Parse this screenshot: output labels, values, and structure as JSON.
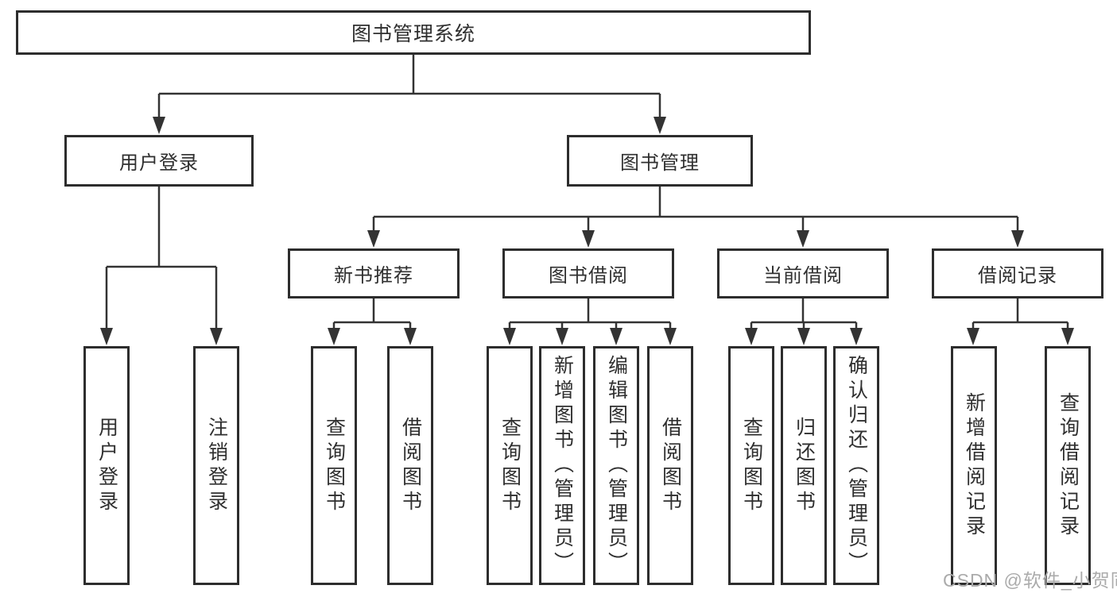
{
  "diagram": {
    "root": {
      "label": "图书管理系统"
    },
    "branches": [
      {
        "label": "用户登录",
        "children": [
          {
            "label": "用户登录"
          },
          {
            "label": "注销登录"
          }
        ]
      },
      {
        "label": "图书管理",
        "groups": [
          {
            "label": "新书推荐",
            "children": [
              {
                "label": "查询图书"
              },
              {
                "label": "借阅图书"
              }
            ]
          },
          {
            "label": "图书借阅",
            "children": [
              {
                "label": "查询图书"
              },
              {
                "label": "新增图书（管理员）"
              },
              {
                "label": "编辑图书（管理员）"
              },
              {
                "label": "借阅图书"
              }
            ]
          },
          {
            "label": "当前借阅",
            "children": [
              {
                "label": "查询图书"
              },
              {
                "label": "归还图书"
              },
              {
                "label": "确认归还（管理员）"
              }
            ]
          },
          {
            "label": "借阅记录",
            "children": [
              {
                "label": "新增借阅记录"
              },
              {
                "label": "查询借阅记录"
              }
            ]
          }
        ]
      }
    ]
  },
  "watermark": {
    "text": "CSDN @软件_小贺同学"
  },
  "colors": {
    "line": "#333333",
    "box_border": "#2d2d2d",
    "text": "#2f2f2f",
    "watermark": "#ababab",
    "background": "#ffffff"
  }
}
